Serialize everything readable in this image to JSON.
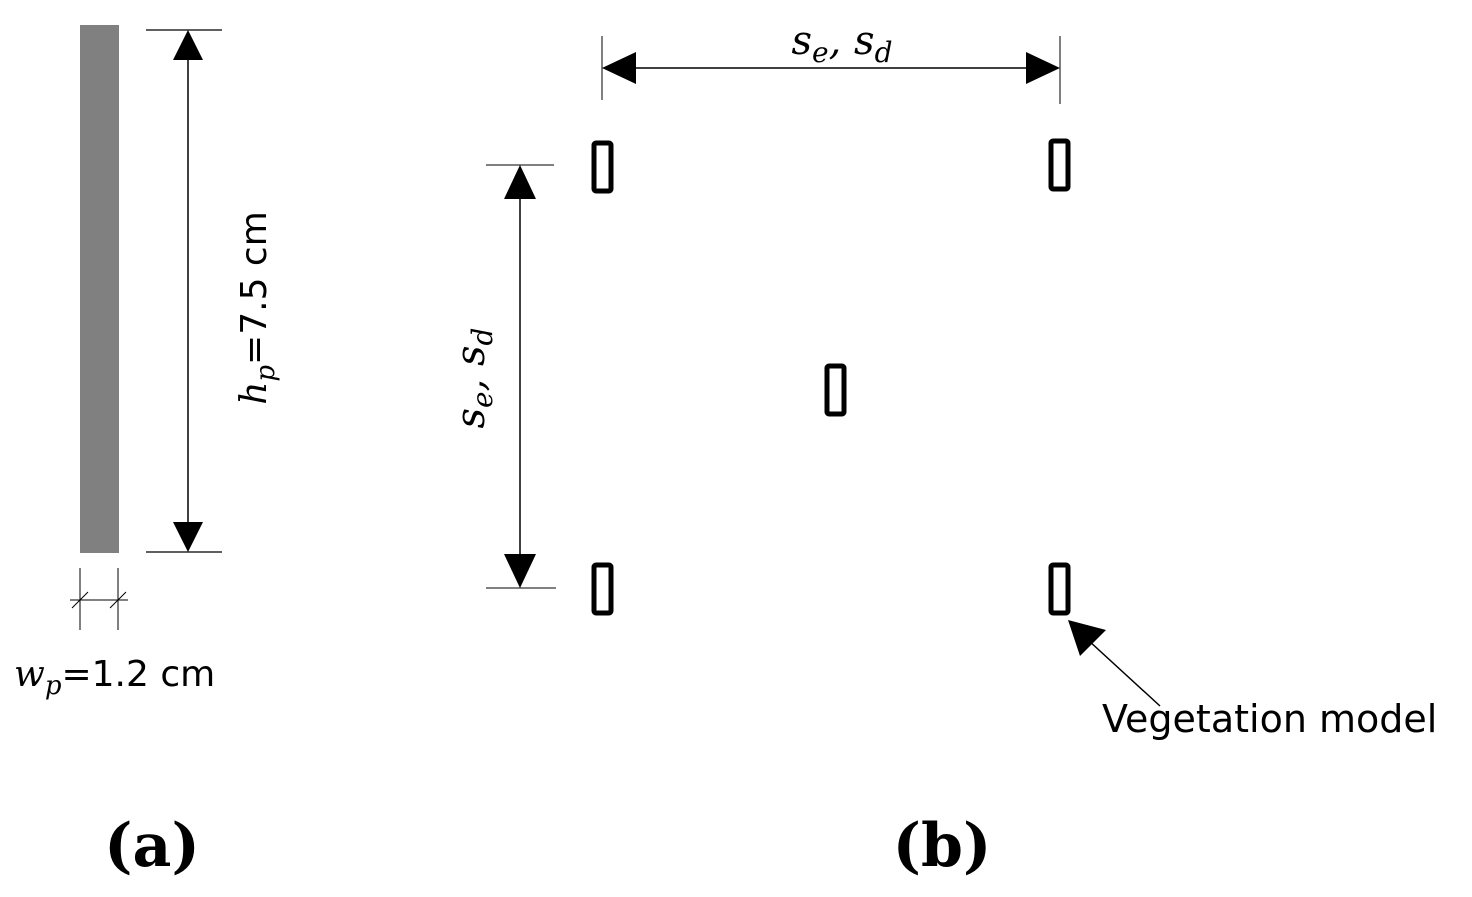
{
  "panel_a": {
    "label": "(a)",
    "height_symbol": "h",
    "height_subscript": "p",
    "height_value": "=7.5 cm",
    "width_symbol": "w",
    "width_subscript": "p",
    "width_value": "=1.2 cm",
    "plate_color": "#808080"
  },
  "panel_b": {
    "label": "(b)",
    "spacing_s1": "s",
    "spacing_s1_sub": "e",
    "spacing_comma": ", ",
    "spacing_s2": "s",
    "spacing_s2_sub": "d",
    "vegetation_label": "Vegetation model"
  }
}
